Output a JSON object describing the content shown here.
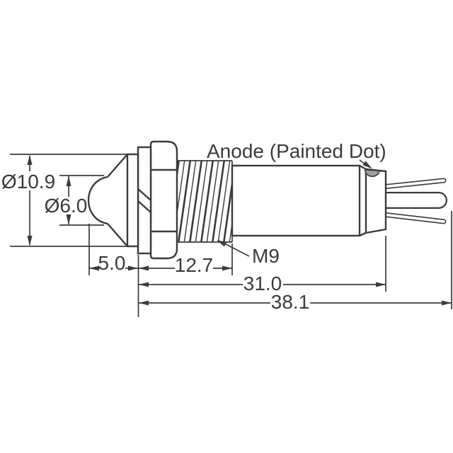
{
  "drawing": {
    "labels": {
      "outer_diameter": "Ø10.9",
      "lens_diameter": "Ø6.0",
      "lens_protrusion": "5.0",
      "thread_length": "12.7",
      "body_length": "31.0",
      "overall_length": "38.1",
      "thread_spec": "M9",
      "anode_note": "Anode (Painted Dot)"
    },
    "colors": {
      "line": "#3b3b3b",
      "painted_dot": "#a0a0a0",
      "background": "#ffffff"
    }
  }
}
